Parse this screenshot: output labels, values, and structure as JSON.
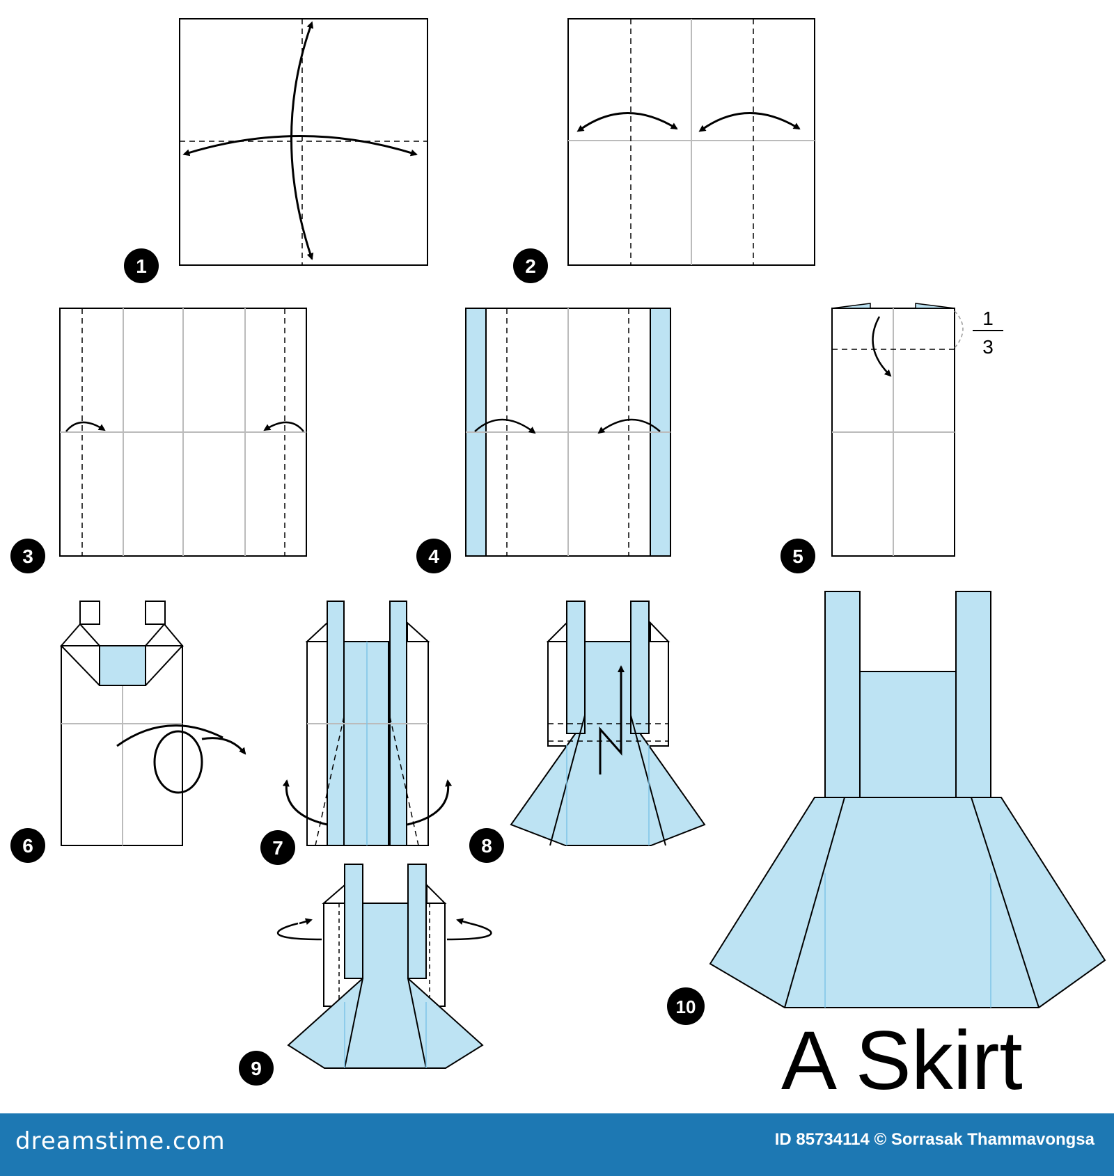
{
  "title": "A Skirt",
  "fraction": {
    "numerator": "1",
    "denominator": "3"
  },
  "steps": [
    {
      "label": "1"
    },
    {
      "label": "2"
    },
    {
      "label": "3"
    },
    {
      "label": "4"
    },
    {
      "label": "5"
    },
    {
      "label": "6"
    },
    {
      "label": "7"
    },
    {
      "label": "8"
    },
    {
      "label": "9"
    },
    {
      "label": "10"
    }
  ],
  "footer": {
    "brand": "dreamstime.com",
    "credit": "ID 85734114 © Sorrasak Thammavongsa"
  },
  "colors": {
    "paper_colored": "#bde3f3",
    "line": "#000000",
    "crease": "#bbbbbb",
    "footer_bg": "#1d78b3"
  }
}
